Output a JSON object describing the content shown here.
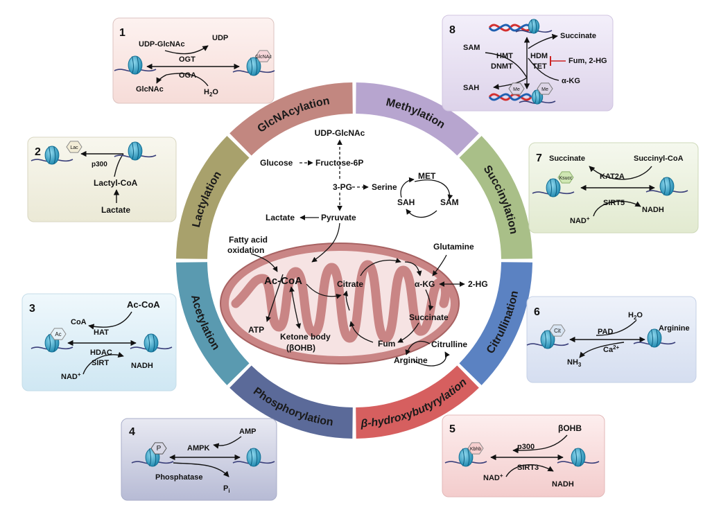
{
  "ring": {
    "segments": [
      {
        "label": "Methylation",
        "color": "#b7a5cf"
      },
      {
        "label": "Succinylation",
        "color": "#a9bf88"
      },
      {
        "label": "Citrullination",
        "color": "#5b82c2"
      },
      {
        "label": "β-hydroxybutyrylation",
        "color": "#d65f5f"
      },
      {
        "label": "Phosphorylation",
        "color": "#5b6a99"
      },
      {
        "label": "Acetylation",
        "color": "#5a9ab0"
      },
      {
        "label": "Lactylation",
        "color": "#a8a16c"
      },
      {
        "label": "GlcNAcylation",
        "color": "#c28780"
      }
    ]
  },
  "center": {
    "udp_glcnac": "UDP-GlcNAc",
    "glucose": "Glucose",
    "fructose6p": "Fructose-6P",
    "pg3": "3-PG",
    "serine": "Serine",
    "met": "MET",
    "sah": "SAH",
    "sam": "SAM",
    "lactate": "Lactate",
    "pyruvate": "Pyruvate",
    "fatty_acid": "Fatty acid",
    "oxidation": "oxidation",
    "acoa": "Ac-CoA",
    "atp": "ATP",
    "ketone1": "Ketone body",
    "ketone2": "(βOHB)",
    "citrate": "Citrate",
    "akg": "α-KG",
    "hg2": "2-HG",
    "glutamine": "Glutamine",
    "succinate": "Succinate",
    "fum": "Fum",
    "citrulline": "Citrulline",
    "arginine": "Arginine"
  },
  "panels": {
    "p1": {
      "num": "1",
      "udp_glcnac": "UDP-GlcNAc",
      "udp": "UDP",
      "ogt": "OGT",
      "oga": "OGA",
      "glcnac": "GlcNAc",
      "water": "H",
      "water_sub": "2",
      "water_o": "O",
      "mod": "GlcNAc",
      "bg": "#fbe9e7"
    },
    "p2": {
      "num": "2",
      "mod": "Lac",
      "p300": "p300",
      "lactyl": "Lactyl-CoA",
      "lactate": "Lactate",
      "bg": "#f2f1e4"
    },
    "p3": {
      "num": "3",
      "acoa": "Ac-CoA",
      "coa": "CoA",
      "hat": "HAT",
      "hdac": "HDAC",
      "sirt": "SIRT",
      "nad": "NAD",
      "nad_sup": "+",
      "nadh": "NADH",
      "mod": "Ac",
      "bg": "#e3f1f8"
    },
    "p4": {
      "num": "4",
      "mod": "P",
      "amp": "AMP",
      "ampk": "AMPK",
      "phosphatase": "Phosphatase",
      "pi": "P",
      "pi_sub": "i",
      "bg": "#d8dae8"
    },
    "p5": {
      "num": "5",
      "mod": "Kbhb",
      "bohb": "βOHB",
      "p300": "p300",
      "sirt3": "SIRT3",
      "nad": "NAD",
      "nad_sup": "+",
      "nadh": "NADH",
      "bg": "#fbe1e1"
    },
    "p6": {
      "num": "6",
      "mod": "Cit",
      "h2o": "H",
      "h2o_sub": "2",
      "h2o_o": "O",
      "arginine": "Arginine",
      "pad": "PAD",
      "ca": "Ca",
      "ca_sup": "2+",
      "nh3": "NH",
      "nh3_sub": "3",
      "bg": "#e3e9f5"
    },
    "p7": {
      "num": "7",
      "succinate": "Succinate",
      "succinylcoa": "Succinyl-CoA",
      "mod": "Ksucc",
      "kat2a": "KAT2A",
      "sirt5": "SIRT5",
      "nad": "NAD",
      "nad_sup": "+",
      "nadh": "NADH",
      "bg": "#eef3e2"
    },
    "p8": {
      "num": "8",
      "sam": "SAM",
      "sah": "SAH",
      "hmt": "HMT",
      "dnmt": "DNMT",
      "hdm": "HDM",
      "tet": "TET",
      "succinate": "Succinate",
      "fum": "Fum, 2-HG",
      "akg": "α-KG",
      "me": "Me",
      "bg": "#ebe5f2"
    }
  },
  "colors": {
    "inhibit": "#cc2222",
    "mito": "#c98585",
    "nucleosome": "#2a9dc0"
  }
}
